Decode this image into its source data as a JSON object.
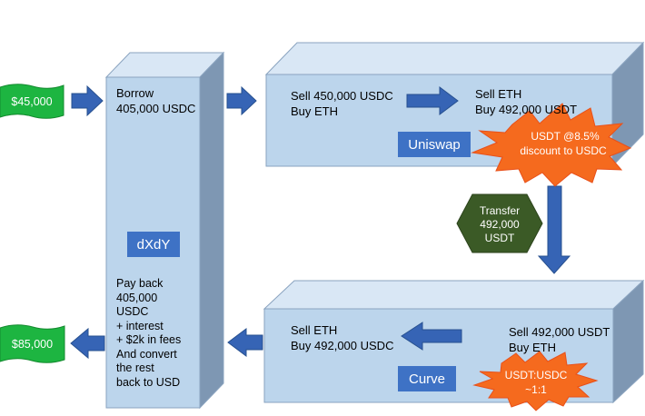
{
  "colors": {
    "box_front": "#bcd5ec",
    "box_top": "#d9e7f5",
    "box_side": "#7e97b3",
    "box_edge": "#8aa3bf",
    "arrow": "#3664b5",
    "arrow_edge": "#27508f",
    "money": "#1db541",
    "tag_blue": "#3e72c5",
    "burst": "#f56a1e",
    "hexagon": "#3b5a26"
  },
  "money_in": {
    "label": "$45,000"
  },
  "money_out": {
    "label": "$85,000"
  },
  "dxdy": {
    "borrow_line1": "Borrow",
    "borrow_line2": "405,000 USDC",
    "tag": "dXdY",
    "payback_lines": [
      "Pay back",
      "405,000",
      "USDC",
      "+ interest",
      "+ $2k in fees",
      "And convert",
      "the rest",
      "back to USD"
    ]
  },
  "uniswap": {
    "left_line1": "Sell 450,000 USDC",
    "left_line2": "Buy ETH",
    "right_line1": "Sell ETH",
    "right_line2": "Buy 492,000 USDT",
    "tag": "Uniswap",
    "burst_line1": "USDT @8.5%",
    "burst_line2": "discount to USDC"
  },
  "transfer": {
    "line1": "Transfer",
    "line2": "492,000",
    "line3": "USDT"
  },
  "curve": {
    "left_line1": "Sell ETH",
    "left_line2": "Buy 492,000 USDC",
    "right_line1": "Sell 492,000 USDT",
    "right_line2": "Buy ETH",
    "tag": "Curve",
    "burst_line1": "USDT:USDC",
    "burst_line2": "~1:1"
  }
}
